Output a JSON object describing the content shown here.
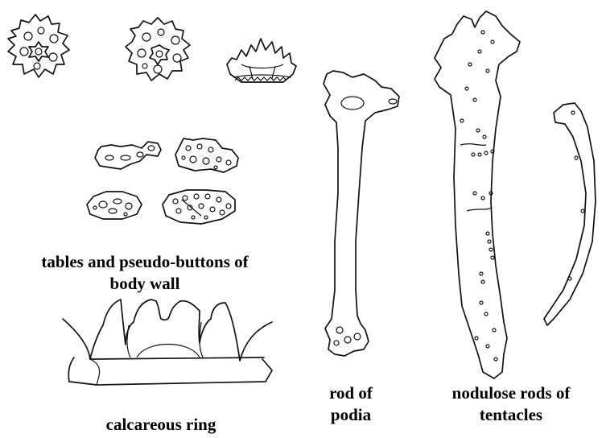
{
  "labels": {
    "tables": [
      "tables and pseudo-buttons of",
      "body wall"
    ],
    "ring": "calcareous ring",
    "rod_podia": [
      "rod of",
      "podia"
    ],
    "nodulose": [
      "nodulose rods of",
      "tentacles"
    ]
  }
}
